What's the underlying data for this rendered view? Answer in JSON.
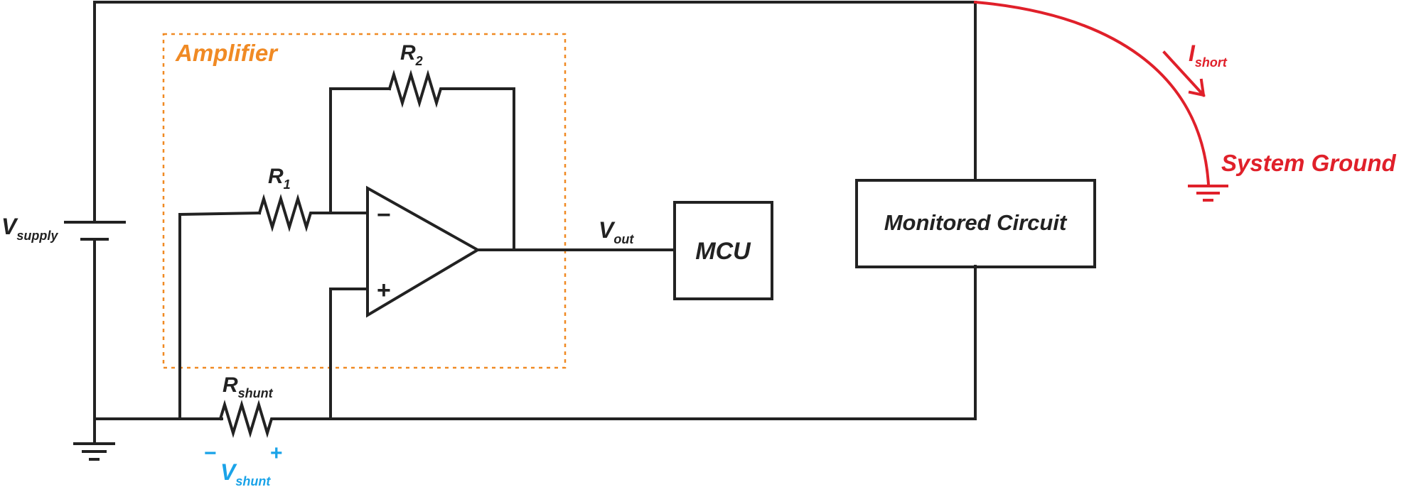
{
  "labels": {
    "amplifier": "Amplifier",
    "r2_main": "R",
    "r2_sub": "2",
    "r1_main": "R",
    "r1_sub": "1",
    "rshunt_main": "R",
    "rshunt_sub": "shunt",
    "vsupply_main": "V",
    "vsupply_sub": "supply",
    "vout_main": "V",
    "vout_sub": "out",
    "vshunt_main": "V",
    "vshunt_sub": "shunt",
    "ishort_main": "I",
    "ishort_sub": "short",
    "minus_sign": "−",
    "plus_sign": "+",
    "shunt_minus": "−",
    "shunt_plus": "+",
    "mcu": "MCU",
    "monitored_circuit": "Monitored Circuit",
    "system_ground": "System Ground"
  },
  "colors": {
    "wire": "#222222",
    "amplifier_outline": "#f08a24",
    "short_path": "#e0202a",
    "vshunt": "#1aa3e8"
  }
}
